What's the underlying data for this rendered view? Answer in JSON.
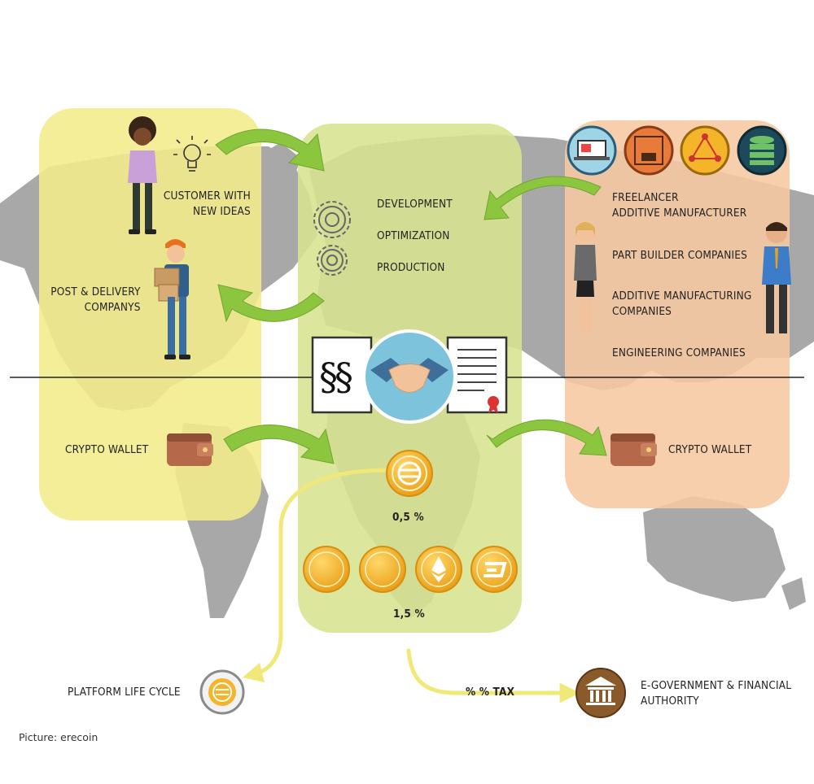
{
  "left_panel": {
    "customer_label": "CUSTOMER WITH\nNEW IDEAS",
    "post_label": "POST & DELIVERY\nCOMPANYS",
    "wallet_label": "CRYPTO WALLET"
  },
  "center_panel": {
    "items": [
      "DEVELOPMENT",
      "OPTIMIZATION",
      "PRODUCTION"
    ],
    "contract_symbol": "§§",
    "platform_fee": "0,5 %",
    "crypto_fee": "1,5 %"
  },
  "right_panel": {
    "items": [
      "FREELANCER\nADDITIVE MANUFACTURER",
      "PART BUILDER COMPANIES",
      "ADDITIVE MANUFACTURING\nCOMPANIES",
      "ENGINEERING COMPANIES"
    ],
    "wallet_label": "CRYPTO WALLET"
  },
  "bottom": {
    "platform_label": "PLATFORM LIFE CYCLE",
    "tax_label": "% % TAX",
    "authority_label": "E-GOVERNMENT & FINANCIAL\nAUTHORITY"
  },
  "credit": "Picture: erecoin",
  "colors": {
    "left_panel": "#f4ec8a",
    "center_panel": "#d8e38f",
    "right_panel": "#f6c8a0",
    "arrow_green": "#8cc63f",
    "flow_yellow": "#f0e97a",
    "coin_gold": "#f4b52a",
    "authority_brown": "#8b5a2b"
  },
  "icons": [
    "lightbulb-icon",
    "gear-icon",
    "handshake-icon",
    "certificate-icon",
    "wallet-icon",
    "bitcoin-icon",
    "litecoin-icon",
    "ethereum-icon",
    "dash-icon",
    "erecoin-icon",
    "bank-icon",
    "laptop-icon",
    "3d-printer-icon",
    "network-icon",
    "database-icon"
  ]
}
